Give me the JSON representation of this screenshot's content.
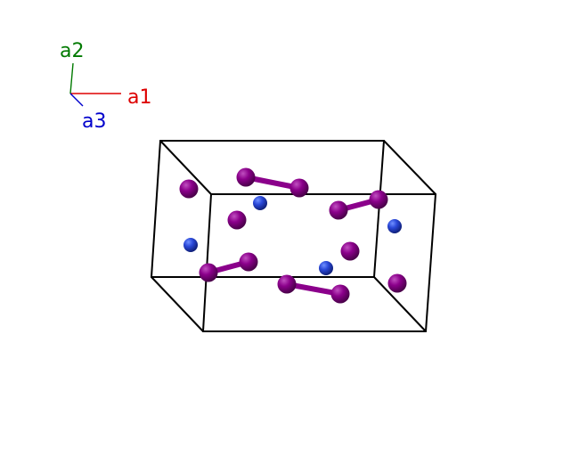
{
  "axes": {
    "a1": {
      "label": "a1",
      "color": "#dd0000"
    },
    "a2": {
      "label": "a2",
      "color": "#007a00"
    },
    "a3": {
      "label": "a3",
      "color": "#0000cc"
    }
  },
  "colors": {
    "cell_edge": "#000000",
    "iodine_atom": "#8b008b",
    "iodine_bond": "#8b008b",
    "blue_atom": "#2040d0"
  },
  "structure": {
    "cell_edges": 12,
    "large_atoms": 12,
    "small_atoms": 4,
    "bonds": 4
  }
}
